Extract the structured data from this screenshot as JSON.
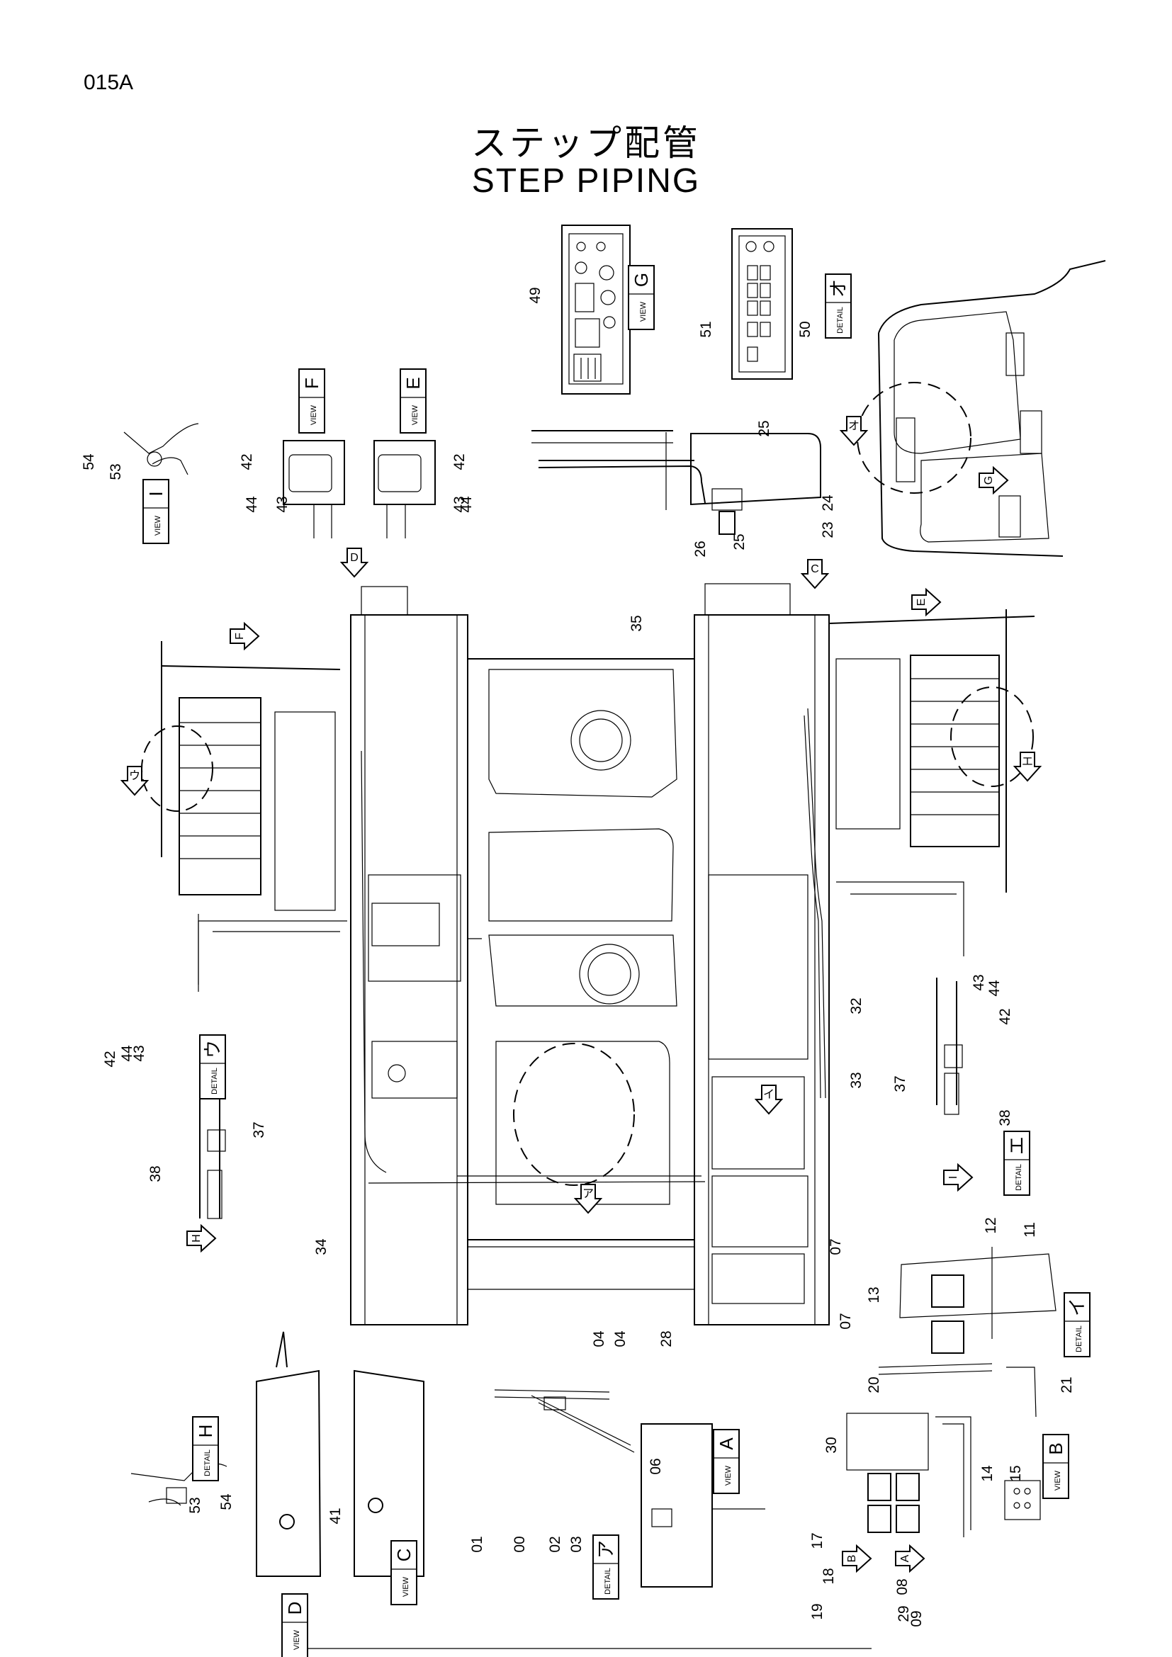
{
  "page_code": "015A",
  "title_jp": "ステップ配管",
  "title_en": "STEP   PIPING",
  "view_tags": [
    {
      "kind": "VIEW",
      "letter": "G"
    },
    {
      "kind": "DETAIL",
      "letter": "オ"
    },
    {
      "kind": "VIEW",
      "letter": "F"
    },
    {
      "kind": "VIEW",
      "letter": "E"
    },
    {
      "kind": "VIEW",
      "letter": "I"
    },
    {
      "kind": "DETAIL",
      "letter": "ウ"
    },
    {
      "kind": "DETAIL",
      "letter": "エ"
    },
    {
      "kind": "DETAIL",
      "letter": "イ"
    },
    {
      "kind": "DETAIL",
      "letter": "H"
    },
    {
      "kind": "VIEW",
      "letter": "A"
    },
    {
      "kind": "DETAIL",
      "letter": "ア"
    },
    {
      "kind": "VIEW",
      "letter": "B"
    },
    {
      "kind": "VIEW",
      "letter": "C"
    },
    {
      "kind": "VIEW",
      "letter": "D"
    }
  ],
  "view_arrows": [
    "D",
    "C",
    "F",
    "E",
    "H",
    "I",
    "G",
    "B",
    "A",
    "ウ",
    "エ",
    "ア",
    "イ",
    "オ"
  ],
  "part_numbers": [
    "01",
    "00",
    "02",
    "03",
    "04",
    "06",
    "07",
    "08",
    "09",
    "11",
    "12",
    "13",
    "14",
    "15",
    "17",
    "18",
    "19",
    "20",
    "21",
    "23",
    "24",
    "25",
    "26",
    "28",
    "29",
    "30",
    "32",
    "33",
    "34",
    "35",
    "37",
    "38",
    "41",
    "42",
    "43",
    "44",
    "49",
    "50",
    "51",
    "53",
    "54"
  ]
}
